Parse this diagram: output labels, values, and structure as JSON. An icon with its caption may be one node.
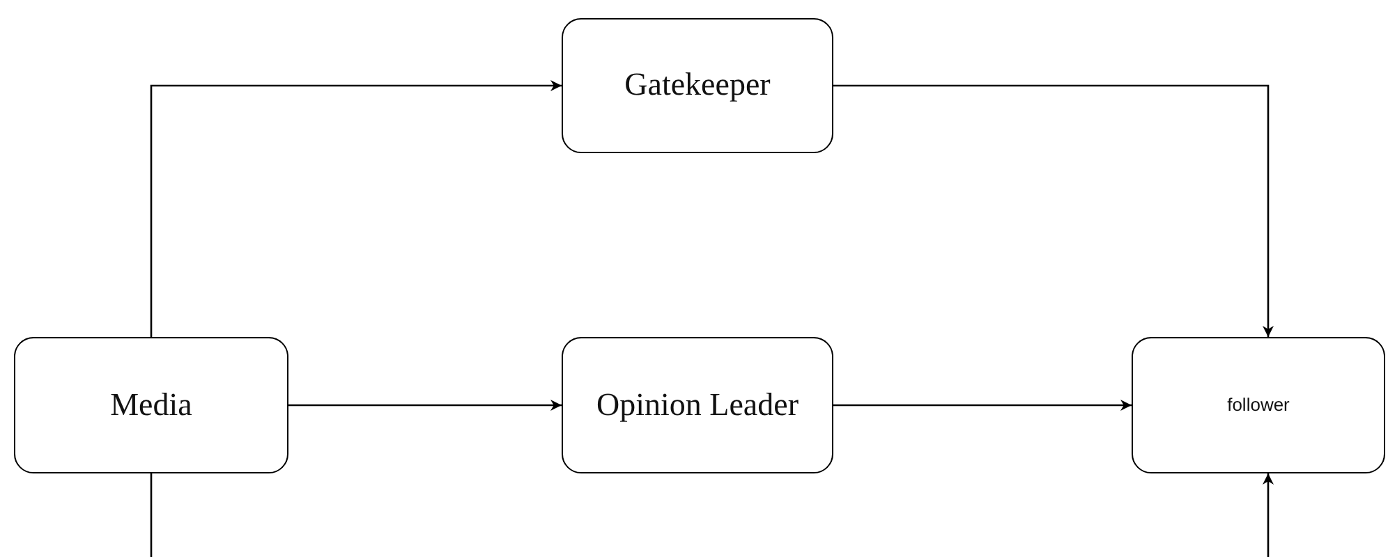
{
  "diagram": {
    "nodes": [
      {
        "text": [
          "Media"
        ]
      },
      {
        "text": [
          "Gatekeeper"
        ]
      },
      {
        "text": [
          "Opinion Leader"
        ]
      },
      {
        "text": [
          "follower"
        ]
      }
    ],
    "edges": [
      {
        "from": 0,
        "to": 1,
        "arrow": "to"
      },
      {
        "from": 1,
        "to": 3,
        "arrow": "to"
      },
      {
        "from": 0,
        "to": 2,
        "arrow": "to"
      },
      {
        "from": 2,
        "to": 3,
        "arrow": "to"
      },
      {
        "from": 0,
        "to": null,
        "arrow": "none"
      },
      {
        "from": null,
        "to": 3,
        "arrow": "to"
      }
    ]
  }
}
